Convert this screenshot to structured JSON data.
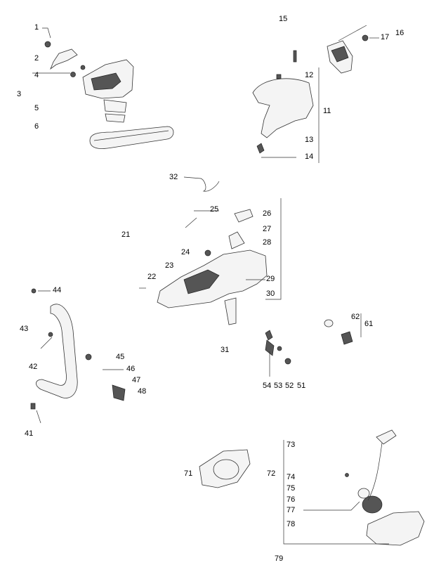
{
  "labels": {
    "l1": "1",
    "l2": "2",
    "l3": "3",
    "l4": "4",
    "l5": "5",
    "l6": "6",
    "l11": "11",
    "l12": "12",
    "l13": "13",
    "l14": "14",
    "l15": "15",
    "l16": "16",
    "l17": "17",
    "l21": "21",
    "l22": "22",
    "l23": "23",
    "l24": "24",
    "l25": "25",
    "l26": "26",
    "l27": "27",
    "l28": "28",
    "l29": "29",
    "l30": "30",
    "l31": "31",
    "l32": "32",
    "l41": "41",
    "l42": "42",
    "l43": "43",
    "l44": "44",
    "l45": "45",
    "l46": "46",
    "l47": "47",
    "l48": "48",
    "l51": "51",
    "l52": "52",
    "l53": "53",
    "l54": "54",
    "l61": "61",
    "l62": "62",
    "l71": "71",
    "l72": "72",
    "l73": "73",
    "l74": "74",
    "l75": "75",
    "l76": "76",
    "l77": "77",
    "l78": "78",
    "l79": "79"
  }
}
